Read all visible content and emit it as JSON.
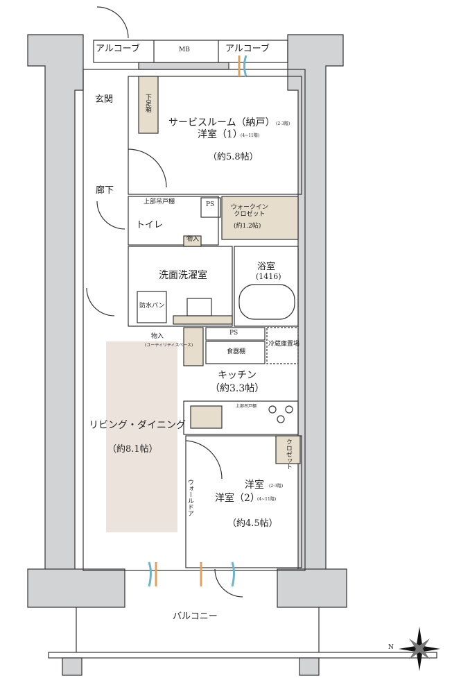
{
  "colors": {
    "wall": "#d2d3d5",
    "storage": "#e6ddcc",
    "living_floor": "#ece3dc",
    "line": "#333333",
    "vent_orange": "#e0a060",
    "vent_blue": "#6cb4cc"
  },
  "labels": {
    "alcove_left": "アルコーブ",
    "mb": "MB",
    "alcove_right": "アルコーブ",
    "entrance": "玄関",
    "shoe_box": "下足箱",
    "service_room": "サービスルーム（納戸）",
    "service_room_note": "(2·3階)",
    "western1": "洋室（1）",
    "western1_note": "(4~11階)",
    "western1_size": "（約5.8帖）",
    "hallway": "廊下",
    "upper_cabinet": "上部吊戸棚",
    "ps": "PS",
    "toilet": "トイレ",
    "walk_in_closet": "ウォークイン\nクロゼット",
    "walk_in_size": "(約1.2帖)",
    "storage": "物入",
    "washroom": "洗面洗濯室",
    "bathroom": "浴室",
    "bathroom_size": "(1416)",
    "waterproof_pan": "防水パン",
    "storage2": "物入",
    "storage2_note": "(ユーティリティスペース)",
    "ps2": "PS",
    "dish_shelf": "食器棚",
    "fridge": "冷蔵庫置場",
    "kitchen": "キッチン",
    "kitchen_size": "（約3.3帖）",
    "kitchen_cabinet": "上部吊戸棚",
    "living_dining": "リビング・ダイニング",
    "living_size": "（約8.1帖）",
    "closet": "クロゼット",
    "wall_door": "ウォールドア",
    "western2_alt": "洋室",
    "western2_alt_note": "(2·3階)",
    "western2": "洋室（2）",
    "western2_note": "(4~11階)",
    "western2_size": "（約4.5帖）",
    "balcony": "バルコニー",
    "compass_n": "N"
  }
}
